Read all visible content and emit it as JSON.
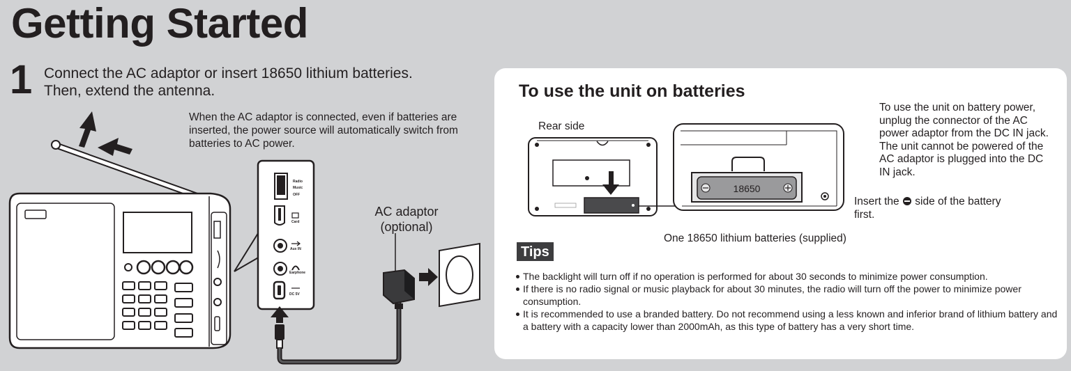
{
  "title": "Getting Started",
  "step1": {
    "number": "1",
    "line1": "Connect the AC adaptor or insert 18650 lithium batteries.",
    "line2": "Then, extend the antenna.",
    "ac_note": "When the AC adaptor is connected, even if batteries are inserted, the power source will automatically switch from batteries to AC power.",
    "ac_adaptor_label_1": "AC adaptor",
    "ac_adaptor_label_2": "(optional)",
    "side_panel_labels": {
      "radio": "Radio",
      "music": "Music",
      "off": "OFF",
      "card": "Card",
      "aux_in": "Aux IN",
      "earphone": "Earphone",
      "dc_in": "DC 5V"
    }
  },
  "battery_section": {
    "heading": "To use the unit on batteries",
    "rear_side_label": "Rear side",
    "battery_label": "18650",
    "instruction": "To use the unit on battery power, unplug the connector of the AC power adaptor from the DC IN jack. The unit cannot be powered of the AC adaptor is plugged into the DC IN jack.",
    "insert_note_before": "Insert the",
    "insert_note_after": "side of the battery first.",
    "caption": "One 18650 lithium batteries (supplied)"
  },
  "tips": {
    "badge": "Tips",
    "items": [
      "The backlight will turn off if no operation is performed for about 30 seconds to minimize power consumption.",
      "If there is no radio signal or music playback for about 30 minutes, the radio will turn off the power to minimize power consumption.",
      "It is recommended to use a branded battery. Do not recommend using a less known and inferior brand of lithium battery and a battery with a capacity lower than 2000mAh, as this type of battery has a very short time."
    ]
  },
  "colors": {
    "background": "#d1d2d4",
    "panel": "#ffffff",
    "text": "#231f20",
    "tips_badge": "#3d3d3f"
  }
}
